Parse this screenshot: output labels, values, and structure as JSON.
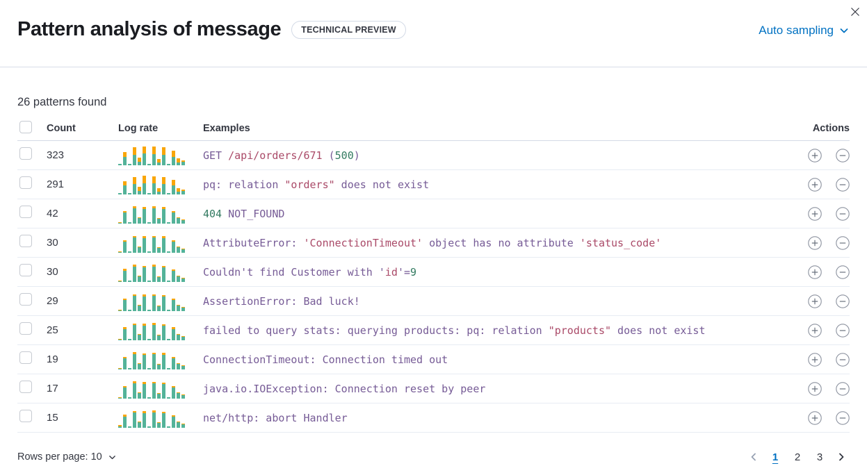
{
  "header": {
    "title": "Pattern analysis of message",
    "badge": "TECHNICAL PREVIEW",
    "sampling_label": "Auto sampling"
  },
  "summary": "26 patterns found",
  "table": {
    "columns": {
      "count": "Count",
      "log_rate": "Log rate",
      "examples": "Examples",
      "actions": "Actions"
    },
    "rows": [
      {
        "count": "323",
        "bars": [
          [
            2,
            0
          ],
          [
            12,
            7
          ],
          [
            2,
            0
          ],
          [
            15,
            11
          ],
          [
            5,
            6
          ],
          [
            17,
            10
          ],
          [
            2,
            0
          ],
          [
            16,
            11
          ],
          [
            4,
            5
          ],
          [
            15,
            11
          ],
          [
            2,
            0
          ],
          [
            12,
            9
          ],
          [
            4,
            6
          ],
          [
            5,
            2
          ]
        ],
        "example": [
          [
            "GET ",
            "p"
          ],
          [
            "/api/orders/671",
            "r"
          ],
          [
            " (",
            "p"
          ],
          [
            "500",
            "g"
          ],
          [
            ")",
            "p"
          ]
        ]
      },
      {
        "count": "291",
        "bars": [
          [
            2,
            0
          ],
          [
            13,
            6
          ],
          [
            2,
            0
          ],
          [
            15,
            10
          ],
          [
            5,
            6
          ],
          [
            16,
            11
          ],
          [
            2,
            0
          ],
          [
            16,
            10
          ],
          [
            4,
            5
          ],
          [
            15,
            10
          ],
          [
            2,
            0
          ],
          [
            13,
            8
          ],
          [
            4,
            5
          ],
          [
            5,
            2
          ]
        ],
        "example": [
          [
            "pq: relation ",
            "p"
          ],
          [
            "\"orders\"",
            "r"
          ],
          [
            " does not exist",
            "p"
          ]
        ]
      },
      {
        "count": "42",
        "bars": [
          [
            1,
            1
          ],
          [
            16,
            2
          ],
          [
            2,
            0
          ],
          [
            22,
            3
          ],
          [
            8,
            1
          ],
          [
            21,
            3
          ],
          [
            2,
            0
          ],
          [
            22,
            3
          ],
          [
            7,
            1
          ],
          [
            21,
            3
          ],
          [
            2,
            0
          ],
          [
            16,
            2
          ],
          [
            8,
            1
          ],
          [
            5,
            1
          ]
        ],
        "example": [
          [
            "404",
            "g"
          ],
          [
            " NOT_FOUND",
            "p"
          ]
        ]
      },
      {
        "count": "30",
        "bars": [
          [
            1,
            1
          ],
          [
            16,
            2
          ],
          [
            2,
            0
          ],
          [
            22,
            2
          ],
          [
            8,
            1
          ],
          [
            21,
            3
          ],
          [
            2,
            0
          ],
          [
            22,
            2
          ],
          [
            7,
            1
          ],
          [
            21,
            3
          ],
          [
            2,
            0
          ],
          [
            16,
            2
          ],
          [
            8,
            1
          ],
          [
            5,
            1
          ]
        ],
        "example": [
          [
            "AttributeError: ",
            "p"
          ],
          [
            "'ConnectionTimeout'",
            "r"
          ],
          [
            " object has no attribute ",
            "p"
          ],
          [
            "'status_code'",
            "r"
          ]
        ]
      },
      {
        "count": "30",
        "bars": [
          [
            1,
            1
          ],
          [
            16,
            3
          ],
          [
            2,
            0
          ],
          [
            22,
            3
          ],
          [
            8,
            1
          ],
          [
            21,
            2
          ],
          [
            2,
            0
          ],
          [
            22,
            3
          ],
          [
            7,
            1
          ],
          [
            21,
            2
          ],
          [
            2,
            0
          ],
          [
            16,
            2
          ],
          [
            8,
            1
          ],
          [
            5,
            1
          ]
        ],
        "example": [
          [
            "Couldn't find Customer with '",
            "p"
          ],
          [
            "id",
            "r"
          ],
          [
            "'=",
            "p"
          ],
          [
            "9",
            "g"
          ]
        ]
      },
      {
        "count": "29",
        "bars": [
          [
            1,
            1
          ],
          [
            16,
            2
          ],
          [
            2,
            0
          ],
          [
            22,
            2
          ],
          [
            8,
            1
          ],
          [
            21,
            3
          ],
          [
            2,
            0
          ],
          [
            22,
            2
          ],
          [
            7,
            1
          ],
          [
            21,
            2
          ],
          [
            2,
            0
          ],
          [
            16,
            2
          ],
          [
            8,
            1
          ],
          [
            5,
            1
          ]
        ],
        "example": [
          [
            "AssertionError: Bad luck!",
            "p"
          ]
        ]
      },
      {
        "count": "25",
        "bars": [
          [
            1,
            1
          ],
          [
            16,
            3
          ],
          [
            2,
            0
          ],
          [
            22,
            2
          ],
          [
            8,
            1
          ],
          [
            21,
            3
          ],
          [
            2,
            0
          ],
          [
            22,
            3
          ],
          [
            7,
            1
          ],
          [
            21,
            2
          ],
          [
            2,
            0
          ],
          [
            16,
            3
          ],
          [
            8,
            1
          ],
          [
            5,
            1
          ]
        ],
        "example": [
          [
            "failed to query stats: querying products: pq: relation ",
            "p"
          ],
          [
            "\"products\"",
            "r"
          ],
          [
            " does not exist",
            "p"
          ]
        ]
      },
      {
        "count": "19",
        "bars": [
          [
            1,
            1
          ],
          [
            16,
            2
          ],
          [
            2,
            0
          ],
          [
            22,
            3
          ],
          [
            8,
            1
          ],
          [
            21,
            2
          ],
          [
            2,
            0
          ],
          [
            22,
            2
          ],
          [
            7,
            1
          ],
          [
            21,
            3
          ],
          [
            2,
            0
          ],
          [
            16,
            2
          ],
          [
            8,
            1
          ],
          [
            5,
            1
          ]
        ],
        "example": [
          [
            "ConnectionTimeout: Connection timed out",
            "p"
          ]
        ]
      },
      {
        "count": "17",
        "bars": [
          [
            1,
            1
          ],
          [
            16,
            2
          ],
          [
            2,
            0
          ],
          [
            22,
            3
          ],
          [
            8,
            1
          ],
          [
            21,
            3
          ],
          [
            2,
            0
          ],
          [
            22,
            2
          ],
          [
            7,
            1
          ],
          [
            21,
            2
          ],
          [
            2,
            0
          ],
          [
            16,
            2
          ],
          [
            8,
            1
          ],
          [
            5,
            1
          ]
        ],
        "example": [
          [
            "java.io.IOException: Connection reset by peer",
            "p"
          ]
        ]
      },
      {
        "count": "15",
        "bars": [
          [
            2,
            2
          ],
          [
            16,
            3
          ],
          [
            2,
            0
          ],
          [
            22,
            2
          ],
          [
            8,
            1
          ],
          [
            21,
            3
          ],
          [
            2,
            0
          ],
          [
            22,
            3
          ],
          [
            7,
            1
          ],
          [
            21,
            2
          ],
          [
            2,
            0
          ],
          [
            16,
            2
          ],
          [
            8,
            1
          ],
          [
            5,
            1
          ]
        ],
        "example": [
          [
            "net/http: abort Handler",
            "p"
          ]
        ]
      }
    ]
  },
  "footer": {
    "rows_per_page_label": "Rows per page: 10",
    "pages": [
      "1",
      "2",
      "3"
    ],
    "active_page": "1"
  },
  "colors": {
    "accent_blue": "#0071c2",
    "bar_teal": "#54b399",
    "bar_orange": "#f9a609",
    "token_fixed_purple": "#765b96",
    "token_variable_red": "#aa4a68",
    "token_number_green": "#327a60",
    "divider": "#d3dae6"
  }
}
